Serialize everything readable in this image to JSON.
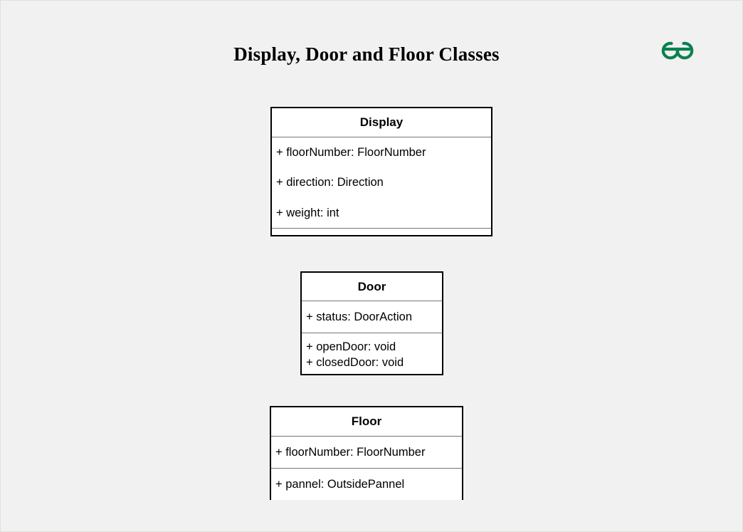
{
  "page": {
    "title": "Display, Door and Floor Classes",
    "background_color": "#f1f1f1",
    "frame_color": "#dfe3d8"
  },
  "logo": {
    "name": "geeksforgeeks-logo",
    "color": "#0a8150"
  },
  "diagram": {
    "type": "uml-class-diagram",
    "classes": [
      {
        "name": "Display",
        "compartments": [
          {
            "kind": "attributes",
            "rows": [
              "+ floorNumber: FloorNumber",
              "+ direction: Direction",
              "+ weight: int"
            ]
          },
          {
            "kind": "methods",
            "rows": []
          }
        ]
      },
      {
        "name": "Door",
        "compartments": [
          {
            "kind": "attributes",
            "rows": [
              "+ status: DoorAction"
            ]
          },
          {
            "kind": "methods",
            "rows": [
              "+ openDoor: void",
              "+ closedDoor: void"
            ]
          }
        ]
      },
      {
        "name": "Floor",
        "compartments": [
          {
            "kind": "attributes",
            "rows": [
              "+ floorNumber: FloorNumber"
            ]
          },
          {
            "kind": "attributes",
            "rows": [
              "+ pannel: OutsidePannel"
            ]
          }
        ]
      }
    ]
  }
}
